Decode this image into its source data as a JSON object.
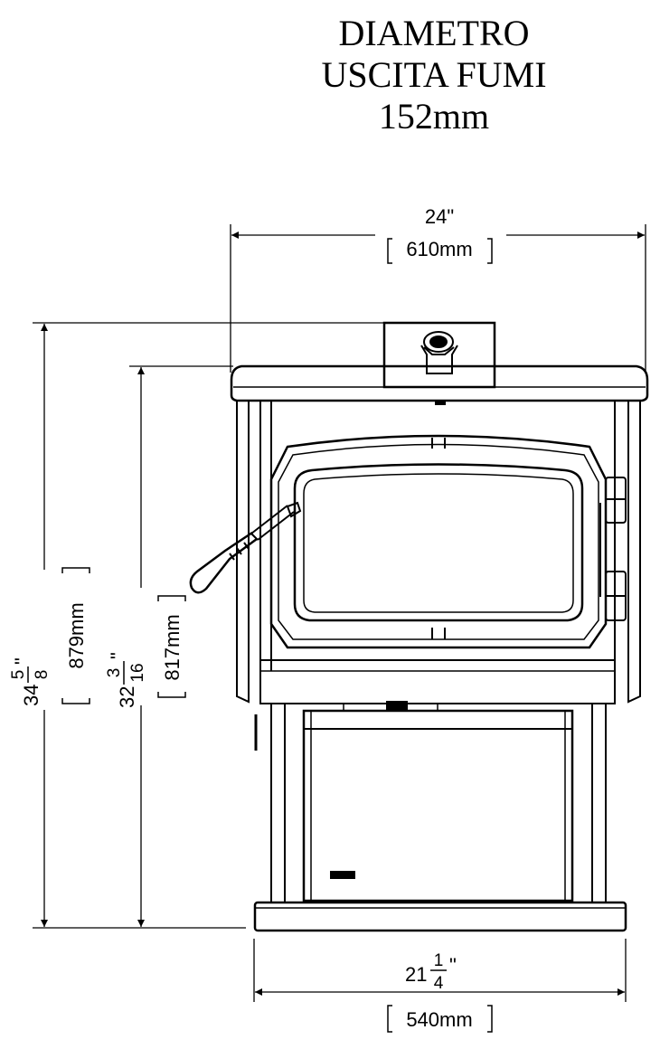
{
  "title": {
    "line1": "DIAMETRO",
    "line2": "USCITA FUMI",
    "line3": "152mm"
  },
  "dimensions": {
    "top_width": {
      "imperial": "24\"",
      "metric": "610mm"
    },
    "base_width": {
      "whole": "21",
      "num": "1",
      "den": "4",
      "inch": "\"",
      "metric": "540mm"
    },
    "total_height": {
      "whole": "34",
      "num": "5",
      "den": "8",
      "inch": "\"",
      "metric": "879mm"
    },
    "top_height": {
      "whole": "32",
      "num": "3",
      "den": "16",
      "inch": "\"",
      "metric": "817mm"
    }
  }
}
